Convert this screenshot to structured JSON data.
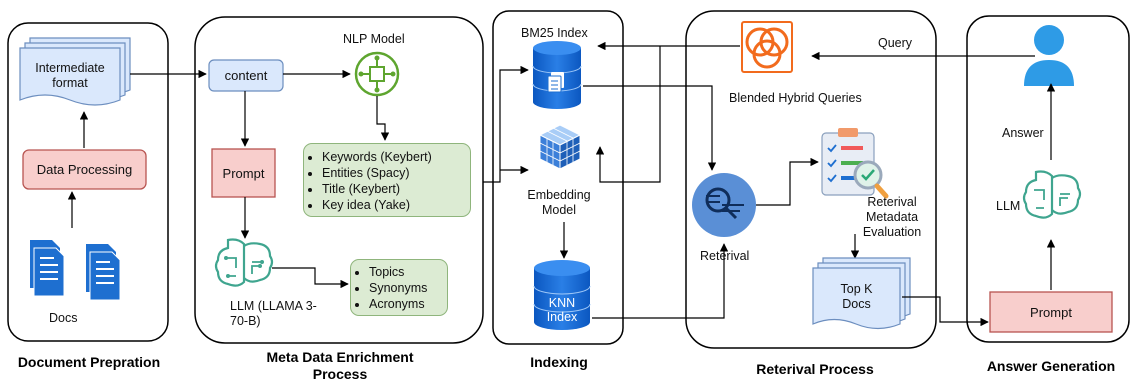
{
  "stages": {
    "document_preparation": "Document Prepration",
    "metadata_enrichment": [
      "Meta Data Enrichment",
      "Process"
    ],
    "indexing": "Indexing",
    "retrieval": "Reterival Process",
    "answer_generation": "Answer Generation"
  },
  "doc_prep": {
    "intermediate": [
      "Intermediate",
      "format"
    ],
    "data_processing": "Data Processing",
    "docs": "Docs"
  },
  "enrichment": {
    "content": "content",
    "nlp_model": "NLP Model",
    "prompt": "Prompt",
    "nlp_outputs": [
      "Keywords (Keybert)",
      "Entities (Spacy)",
      "Title (Keybert)",
      "Key idea (Yake)"
    ],
    "llm": [
      "LLM (LLAMA 3-",
      "70-B)"
    ],
    "llm_outputs": [
      "Topics",
      "Synonyms",
      "Acronyms"
    ]
  },
  "indexing": {
    "bm25": "BM25 Index",
    "embedding": [
      "Embedding",
      "Model"
    ],
    "knn": [
      "KNN",
      "Index"
    ]
  },
  "retrieval": {
    "hybrid": "Blended Hybrid Queries",
    "reterival": "Reterival",
    "evaluation": [
      "Reterival",
      "Metadata",
      "Evaluation"
    ],
    "topk": [
      "Top K",
      "Docs"
    ]
  },
  "answer": {
    "query": "Query",
    "answer": "Answer",
    "llm": "LLM",
    "prompt": "Prompt"
  },
  "colors": {
    "blue_fill": "#dae8fc",
    "blue_stroke": "#6c8ebf",
    "red_fill": "#f8cecc",
    "red_stroke": "#b85450",
    "green_fill": "#dcebd3",
    "green_stroke": "#8fb57c",
    "icon_blue": "#1e6fd0",
    "icon_green": "#3fa58f",
    "icon_orange": "#f26b1d",
    "user_blue": "#2e9be6"
  }
}
